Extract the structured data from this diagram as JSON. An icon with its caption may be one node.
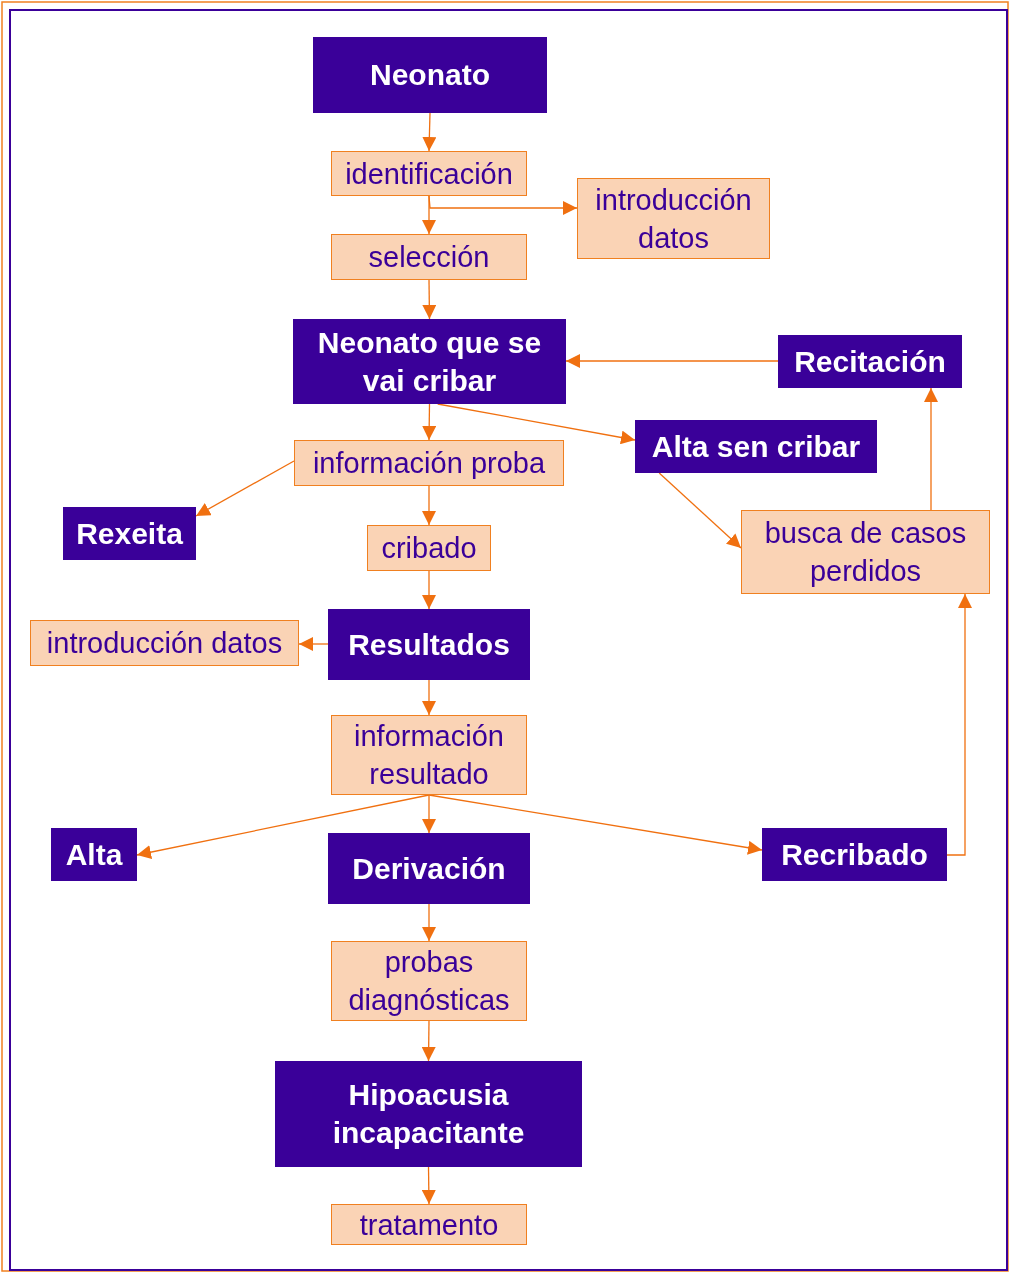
{
  "diagram": {
    "nodes": [
      {
        "text": [
          "Neonato"
        ]
      },
      {
        "text": [
          "identificación"
        ]
      },
      {
        "text": [
          "introducción datos"
        ]
      },
      {
        "text": [
          "selección"
        ]
      },
      {
        "text": [
          "Neonato que se vai cribar"
        ]
      },
      {
        "text": [
          "Recitación"
        ]
      },
      {
        "text": [
          "Alta sen cribar"
        ]
      },
      {
        "text": [
          "información proba"
        ]
      },
      {
        "text": [
          "Rexeita"
        ]
      },
      {
        "text": [
          "busca de casos perdidos"
        ]
      },
      {
        "text": [
          "cribado"
        ]
      },
      {
        "text": [
          "introducción datos"
        ]
      },
      {
        "text": [
          "Resultados"
        ]
      },
      {
        "text": [
          "información resultado"
        ]
      },
      {
        "text": [
          "Alta"
        ]
      },
      {
        "text": [
          "Derivación"
        ]
      },
      {
        "text": [
          "Recribado"
        ]
      },
      {
        "text": [
          "probas diagnósticas"
        ]
      },
      {
        "text": [
          "Hipoacusia incapacitante"
        ]
      },
      {
        "text": [
          "tratamento"
        ]
      }
    ],
    "edges": [
      {
        "from": 0,
        "to": 1,
        "arrow": "to"
      },
      {
        "from": 1,
        "to": 3,
        "arrow": "to"
      },
      {
        "from": 1,
        "to": 2,
        "arrow": "to"
      },
      {
        "from": 3,
        "to": 4,
        "arrow": "to"
      },
      {
        "from": 5,
        "to": 4,
        "arrow": "to"
      },
      {
        "from": 4,
        "to": 6,
        "arrow": "to"
      },
      {
        "from": 4,
        "to": 7,
        "arrow": "to"
      },
      {
        "from": 7,
        "to": 8,
        "arrow": "to"
      },
      {
        "from": 7,
        "to": 10,
        "arrow": "to"
      },
      {
        "from": 6,
        "to": 9,
        "arrow": "to"
      },
      {
        "from": 10,
        "to": 12,
        "arrow": "to"
      },
      {
        "from": 12,
        "to": 11,
        "arrow": "to"
      },
      {
        "from": 12,
        "to": 13,
        "arrow": "to"
      },
      {
        "from": 13,
        "to": 14,
        "arrow": "to"
      },
      {
        "from": 13,
        "to": 15,
        "arrow": "to"
      },
      {
        "from": 13,
        "to": 16,
        "arrow": "to"
      },
      {
        "from": 16,
        "to": 9,
        "arrow": "to"
      },
      {
        "from": 9,
        "to": 5,
        "arrow": "to"
      },
      {
        "from": 15,
        "to": 17,
        "arrow": "to"
      },
      {
        "from": 17,
        "to": 18,
        "arrow": "to"
      },
      {
        "from": 18,
        "to": 19,
        "arrow": "to"
      }
    ]
  }
}
